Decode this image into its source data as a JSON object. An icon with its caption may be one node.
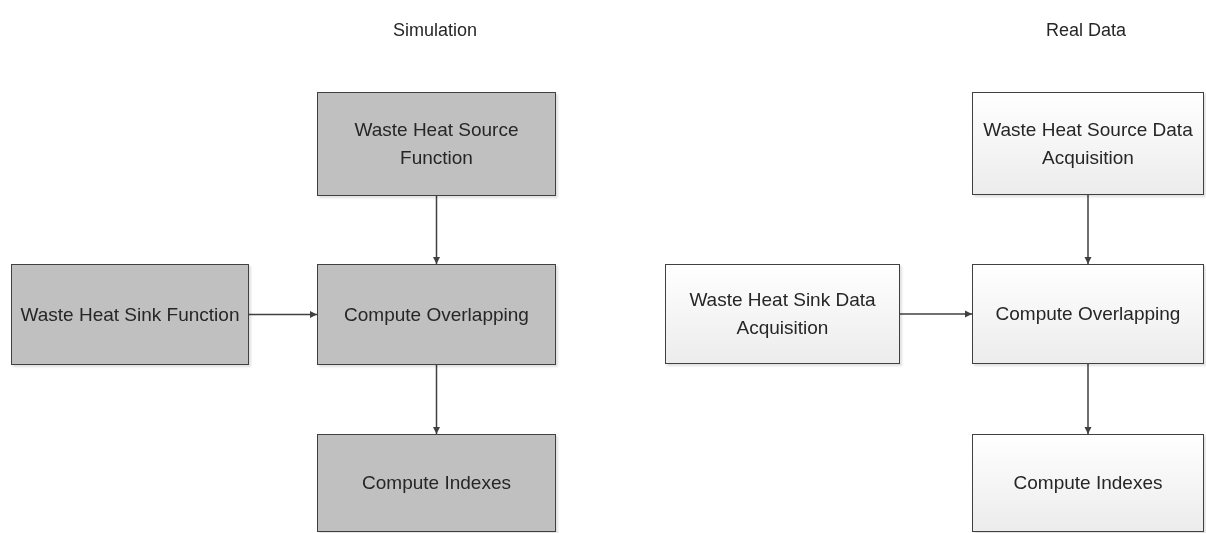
{
  "diagram": {
    "nodes": [
      {
        "text": [
          "Waste Heat Source Function"
        ]
      },
      {
        "text": [
          "Waste Heat Sink Function"
        ]
      },
      {
        "text": [
          "Compute Overlapping"
        ]
      },
      {
        "text": [
          "Compute Indexes"
        ]
      },
      {
        "text": [
          "Waste Heat Source Data Acquisition"
        ]
      },
      {
        "text": [
          "Waste Heat Sink Data Acquisition"
        ]
      },
      {
        "text": [
          "Compute Overlapping"
        ]
      },
      {
        "text": [
          "Compute Indexes"
        ]
      }
    ],
    "edges": [
      {
        "from": 0,
        "to": 2,
        "arrow": "to"
      },
      {
        "from": 1,
        "to": 2,
        "arrow": "to"
      },
      {
        "from": 2,
        "to": 3,
        "arrow": "to"
      },
      {
        "from": 4,
        "to": 6,
        "arrow": "to"
      },
      {
        "from": 5,
        "to": 6,
        "arrow": "to"
      },
      {
        "from": 6,
        "to": 7,
        "arrow": "to"
      }
    ],
    "labels": [
      "Simulation",
      "Real Data"
    ]
  }
}
